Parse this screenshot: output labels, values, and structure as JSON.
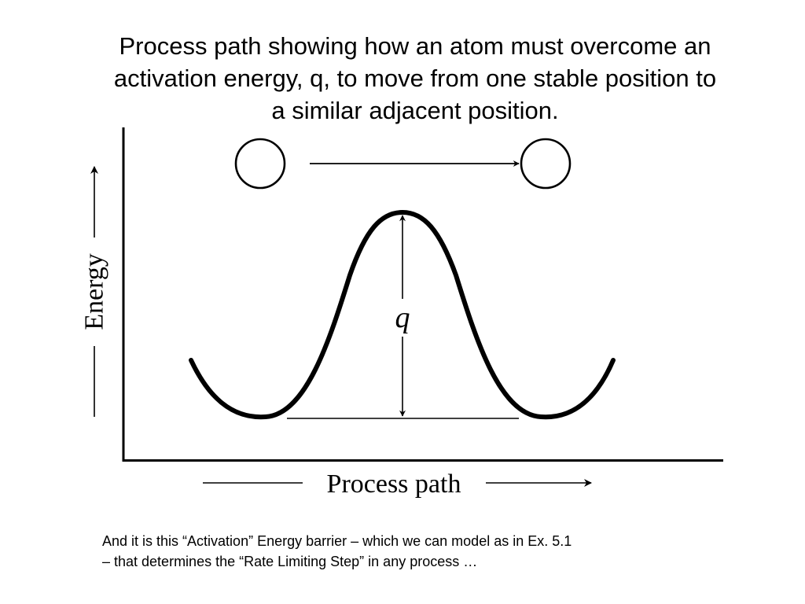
{
  "title": {
    "lines": [
      "Process path showing how an atom must overcome an",
      "activation energy, q, to move from one stable position to",
      "a similar adjacent position."
    ]
  },
  "diagram": {
    "y_axis_label": "Energy",
    "x_axis_label": "Process path",
    "barrier_label": "q",
    "colors": {
      "line": "#000000",
      "background": "#ffffff"
    }
  },
  "caption": {
    "lines": [
      "And it is this “Activation” Energy barrier – which we can model as in Ex. 5.1",
      "– that determines the “Rate Limiting Step” in any process …"
    ]
  }
}
